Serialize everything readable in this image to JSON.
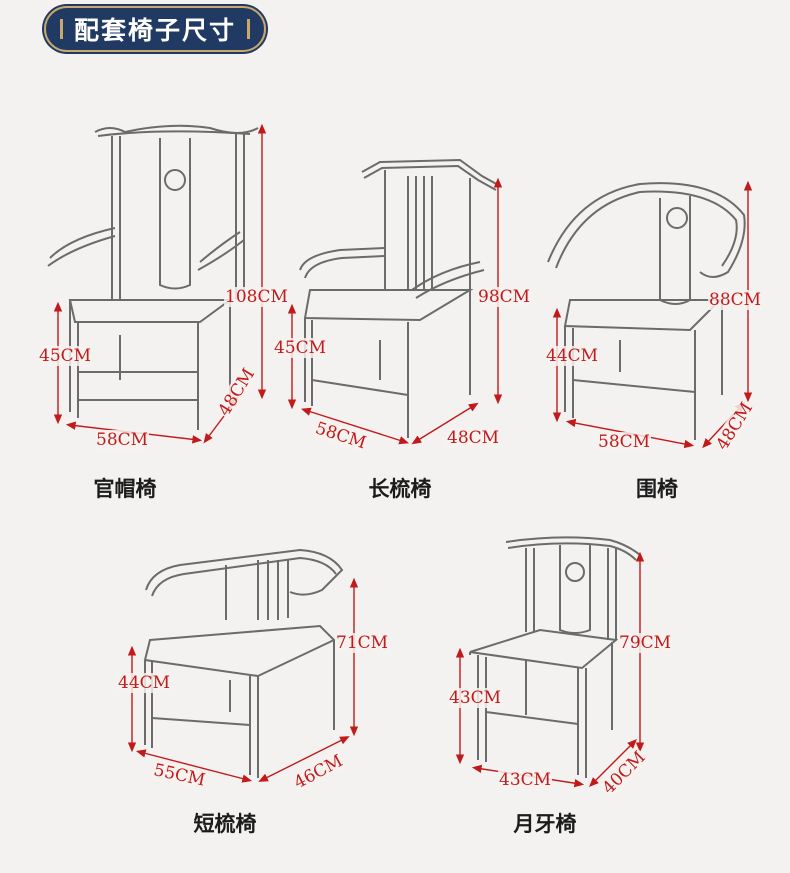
{
  "header": {
    "title": "配套椅子尺寸"
  },
  "colors": {
    "header_bg": "#213a63",
    "header_border": "#c9a86a",
    "dimension": "#c21a1a"
  },
  "chairs": [
    {
      "name": "官帽椅",
      "height": "108CM",
      "seat_height": "45CM",
      "width": "58CM",
      "depth": "48CM"
    },
    {
      "name": "长梳椅",
      "height": "98CM",
      "seat_height": "45CM",
      "width": "58CM",
      "depth": "48CM"
    },
    {
      "name": "围椅",
      "height": "88CM",
      "seat_height": "44CM",
      "width": "58CM",
      "depth": "48CM"
    },
    {
      "name": "短梳椅",
      "height": "71CM",
      "seat_height": "44CM",
      "width": "55CM",
      "depth": "46CM"
    },
    {
      "name": "月牙椅",
      "height": "79CM",
      "seat_height": "43CM",
      "width": "43CM",
      "depth": "40CM"
    }
  ]
}
